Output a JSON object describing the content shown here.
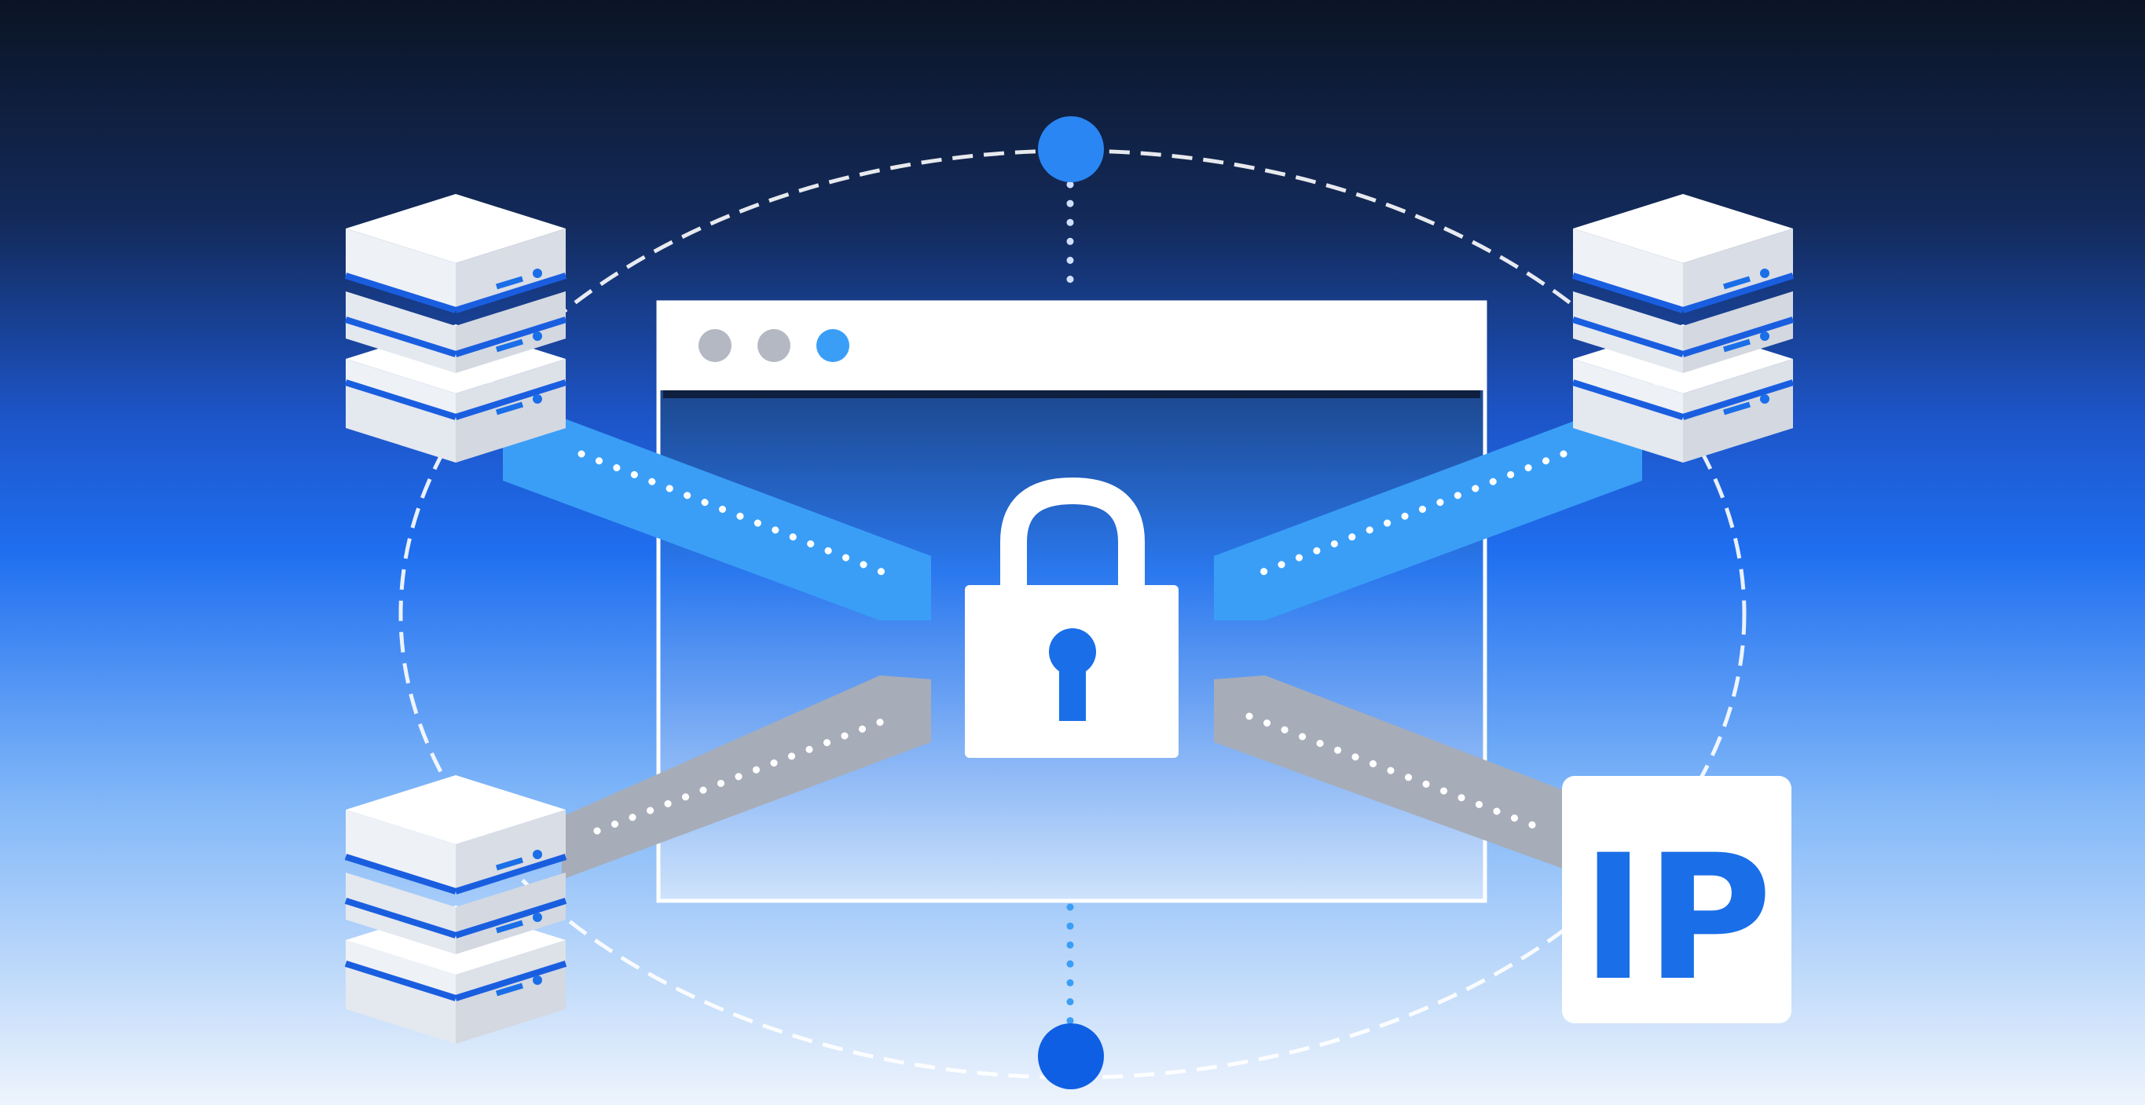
{
  "colors": {
    "bg_top": "#0b1424",
    "bg_mid": "#1e6ff0",
    "bg_bottom": "#eef4fc",
    "accent_blue": "#1a6ee8",
    "link_blue": "#3a9ef7",
    "link_gray": "#a6adb8",
    "white": "#ffffff",
    "server_side": "#d9dde5",
    "window_dot_gray": "#b3b8c2",
    "window_dot_blue": "#3a9ef7"
  },
  "diagram": {
    "center_icon": "padlock-icon",
    "hub": "browser-window",
    "window_controls": [
      "gray",
      "gray",
      "blue"
    ],
    "nodes": [
      {
        "id": "server-top-left",
        "icon": "server-stack-icon",
        "link": "secure-blue"
      },
      {
        "id": "server-top-right",
        "icon": "server-stack-icon",
        "link": "secure-blue"
      },
      {
        "id": "server-bottom-left",
        "icon": "server-stack-icon",
        "link": "gray"
      },
      {
        "id": "ip-badge",
        "icon": "ip-badge-icon",
        "link": "gray"
      }
    ],
    "ring_nodes": [
      "top",
      "bottom"
    ],
    "ip_label": "IP"
  }
}
